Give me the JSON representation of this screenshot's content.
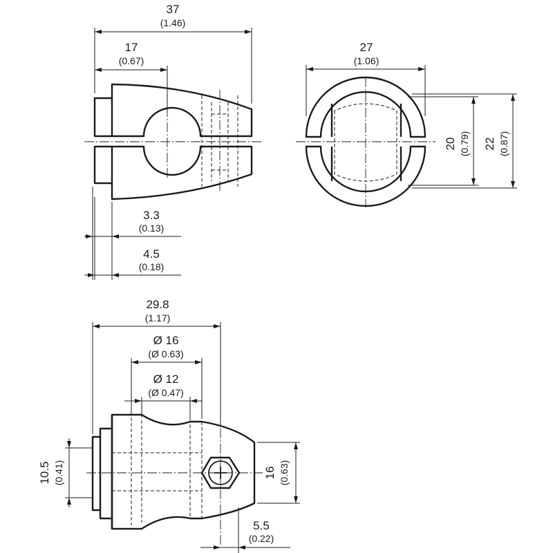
{
  "views": {
    "side": {
      "length_total": {
        "value": "37",
        "inch": "(1.46)"
      },
      "hole_center": {
        "value": "17",
        "inch": "(0.67)"
      },
      "step_small": {
        "value": "3.3",
        "inch": "(0.13)"
      },
      "step_large": {
        "value": "4.5",
        "inch": "(0.18)"
      }
    },
    "front": {
      "width": {
        "value": "27",
        "inch": "(1.06)"
      },
      "inner_height": {
        "value": "20",
        "inch": "(0.79)"
      },
      "outer_height": {
        "value": "22",
        "inch": "(0.87)"
      }
    },
    "top": {
      "length_total": {
        "value": "29.8",
        "inch": "(1.17)"
      },
      "bore_outer": {
        "value": "Ø 16",
        "inch": "(Ø 0.63)"
      },
      "bore_inner": {
        "value": "Ø 12",
        "inch": "(Ø 0.47)"
      },
      "left_height": {
        "value": "10.5",
        "inch": "(0.41)"
      },
      "right_height": {
        "value": "16",
        "inch": "(0.63)"
      },
      "screw_offset": {
        "value": "5.5",
        "inch": "(0.22)"
      }
    }
  }
}
